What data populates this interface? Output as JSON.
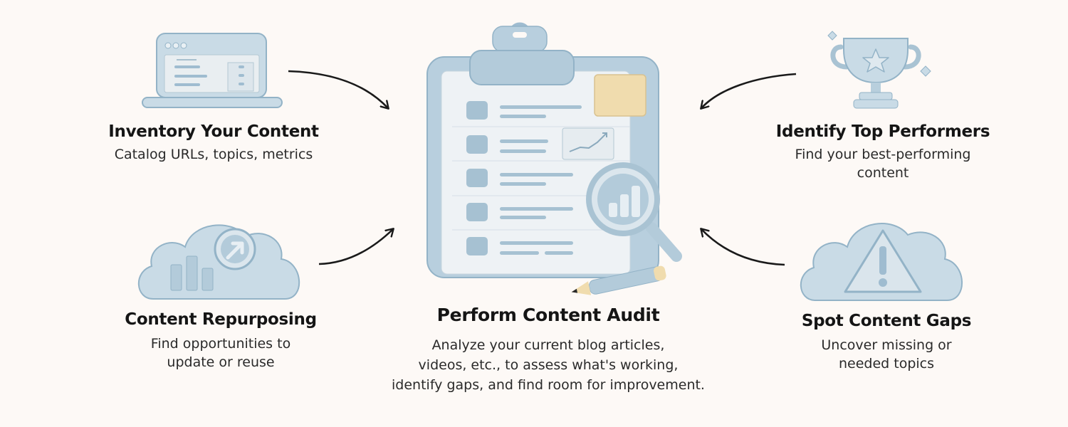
{
  "center": {
    "title": "Perform Content Audit",
    "description_lines": [
      "Analyze your current blog articles,",
      "videos, etc., to assess what's working,",
      "identify gaps, and find room for improvement."
    ],
    "icon": "clipboard-checklist-icon"
  },
  "nodes": [
    {
      "id": "inventory",
      "title": "Inventory Your Content",
      "description_lines": [
        "Catalog URLs, topics, metrics"
      ],
      "icon": "laptop-icon"
    },
    {
      "id": "top-performers",
      "title": "Identify Top Performers",
      "description_lines": [
        "Find your best-performing",
        "content"
      ],
      "icon": "trophy-icon"
    },
    {
      "id": "repurposing",
      "title": "Content Repurposing",
      "description_lines": [
        "Find opportunities to",
        "update or reuse"
      ],
      "icon": "cloud-chart-icon"
    },
    {
      "id": "gaps",
      "title": "Spot Content Gaps",
      "description_lines": [
        "Uncover missing or",
        "needed topics"
      ],
      "icon": "cloud-warning-icon"
    }
  ],
  "colors": {
    "background": "#fdf9f6",
    "icon_fill": "#c9dbe6",
    "icon_stroke": "#93b3c7",
    "icon_dark": "#9fbcd0",
    "paper": "#eef2f5",
    "sticky_note": "#f0dcae",
    "text": "#151515"
  }
}
